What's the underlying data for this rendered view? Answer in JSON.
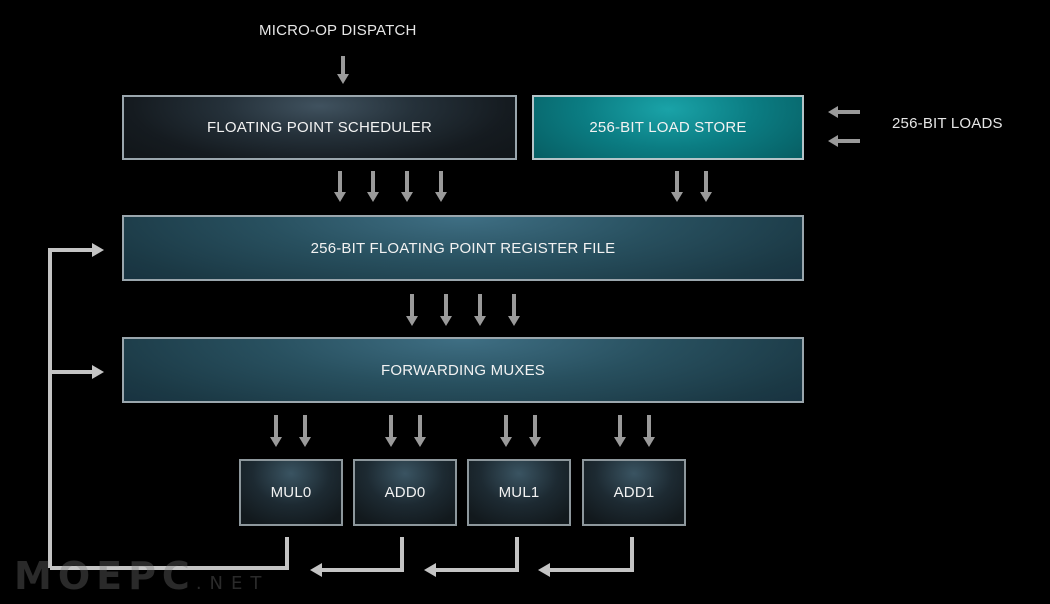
{
  "diagram": {
    "dispatch_label": "MICRO-OP DISPATCH",
    "scheduler_label": "FLOATING POINT SCHEDULER",
    "load_store_label": "256-BIT LOAD STORE",
    "loads_label": "256-BIT LOADS",
    "register_file_label": "256-BIT FLOATING POINT REGISTER FILE",
    "forwarding_label": "FORWARDING MUXES",
    "units": [
      {
        "label": "MUL0"
      },
      {
        "label": "ADD0"
      },
      {
        "label": "MUL1"
      },
      {
        "label": "ADD1"
      }
    ]
  },
  "watermark": {
    "brand": "MOEPC",
    "suffix": ".NET"
  },
  "colors": {
    "arrow": "#9a9a9a",
    "feedback_line": "#c4c4c4",
    "load_store_fill": "#0b7d83",
    "register_fill": "#28505f",
    "scheduler_fill": "#25313a"
  }
}
